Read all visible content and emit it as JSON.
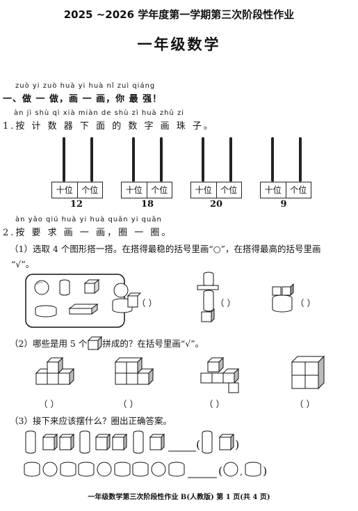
{
  "header": {
    "title": "2025 ~2026 学年度第一学期第三次阶段性作业",
    "subject": "一年级数学"
  },
  "section1": {
    "pinyin": "zuò  yi  zuò  huà  yi  huà   nǐ  zuì  qiáng",
    "heading": "一、做 一 做，画 一 画，你 最  强！"
  },
  "q1": {
    "pinyin": "àn   jì   shù  qì  xià  miàn  de  shù  zì  huà  zhū  zi",
    "text": "1.按 计 数 器 下  面  的 数 字 画 珠 子。",
    "tens_label": "十位",
    "ones_label": "个位",
    "abacus_numbers": [
      "12",
      "18",
      "20",
      "9"
    ]
  },
  "q2": {
    "pinyin": "àn  yāo  qiú  huà  yi  huà  quān  yi  quān",
    "text": "2.按 要 求 画 一 画，圈 一 圈。",
    "part1_line1": "（1）选取 4 个图形搭一搭。在搭得最稳的括号里画“○”，在搭得最高的括号里画",
    "part1_line2": "“√”。",
    "part2_before": "（2）哪些是用 5 个",
    "part2_after": "拼成的？在括号里画“√”。",
    "part3": "（3）接下来应该摆什么？圈出正确答案。",
    "paren_empty": "（        ）",
    "paren_small": "（      ）"
  },
  "footer": {
    "text": "一年级数学第三次阶段性作业 B(人教版)   第 1 页(共 4 页)"
  }
}
